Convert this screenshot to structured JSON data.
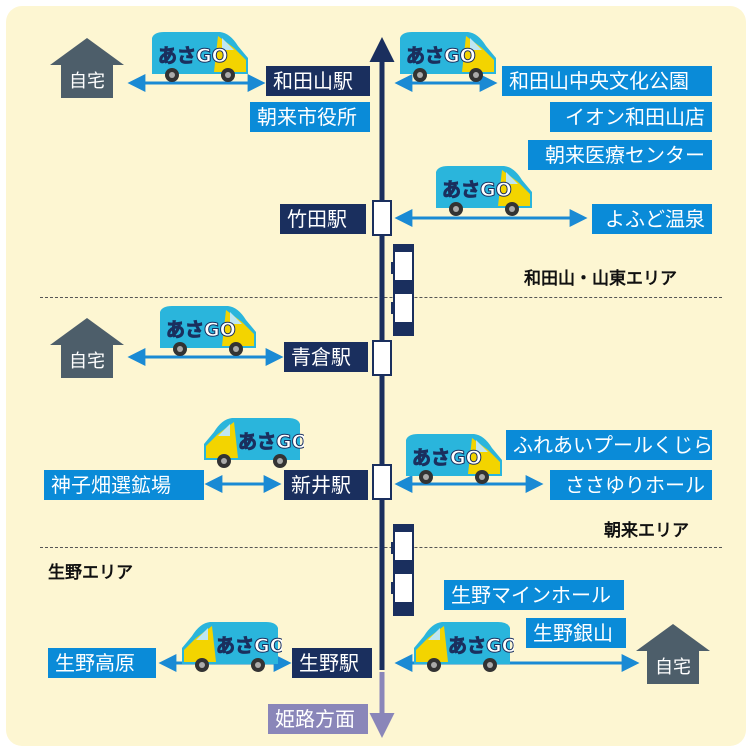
{
  "areas": {
    "wadayama": "和田山・山東エリア",
    "asago": "朝来エリア",
    "ikuno": "生野エリア"
  },
  "stations": {
    "wadayama": "和田山駅",
    "takeda": "竹田駅",
    "aokura": "青倉駅",
    "nii": "新井駅",
    "ikuno": "生野駅"
  },
  "destinations": {
    "home": "自宅",
    "city_hall": "朝来市役所",
    "culture_park": "和田山中央文化公園",
    "aeon": "イオン和田山店",
    "medical_center": "朝来医療センター",
    "yofudo": "よふど温泉",
    "shinkohata": "神子畑選鉱場",
    "fureai_pool": "ふれあいプールくじら",
    "sasayuri": "ささゆりホール",
    "mine_hall": "生野マインホール",
    "ginzan": "生野銀山",
    "kogen": "生野高原",
    "himeji": "姫路方面"
  },
  "vans": {
    "logo_a": "あさGO",
    "logo_b": "あさGO"
  },
  "colors": {
    "label_blue": "#0a8bd8",
    "station_navy": "#1a2f5e",
    "rail_navy": "#1a2f5e",
    "arrow_blue": "#1a8ad4",
    "home_gray": "#4d5e6a",
    "background": "#fdf6d2"
  }
}
